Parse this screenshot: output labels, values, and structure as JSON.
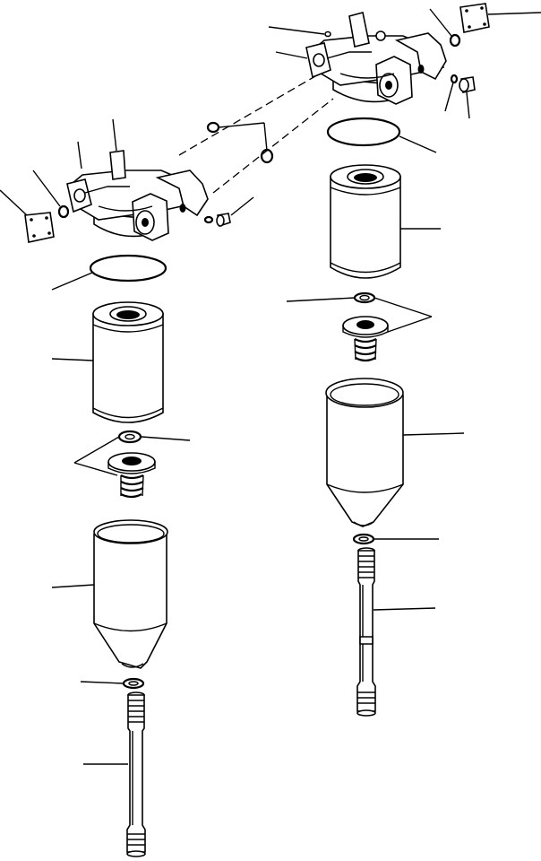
{
  "title": "",
  "left_assembly": {
    "parts": [
      "cover-plate",
      "o-ring-small",
      "plug-small",
      "filter-head",
      "o-ring-large",
      "filter-element",
      "washer",
      "center-disc",
      "spring",
      "filter-bowl",
      "bowl-washer",
      "center-bolt",
      "drain-plug"
    ]
  },
  "right_assembly": {
    "parts": [
      "cover-plate",
      "o-ring-small",
      "plug-small",
      "filter-head",
      "o-ring-large",
      "filter-element",
      "washer",
      "center-disc",
      "spring",
      "filter-bowl",
      "bowl-washer",
      "center-bolt",
      "drain-plug"
    ]
  },
  "callout_count": 24,
  "colors": {
    "line": "#000000",
    "background": "#ffffff"
  }
}
